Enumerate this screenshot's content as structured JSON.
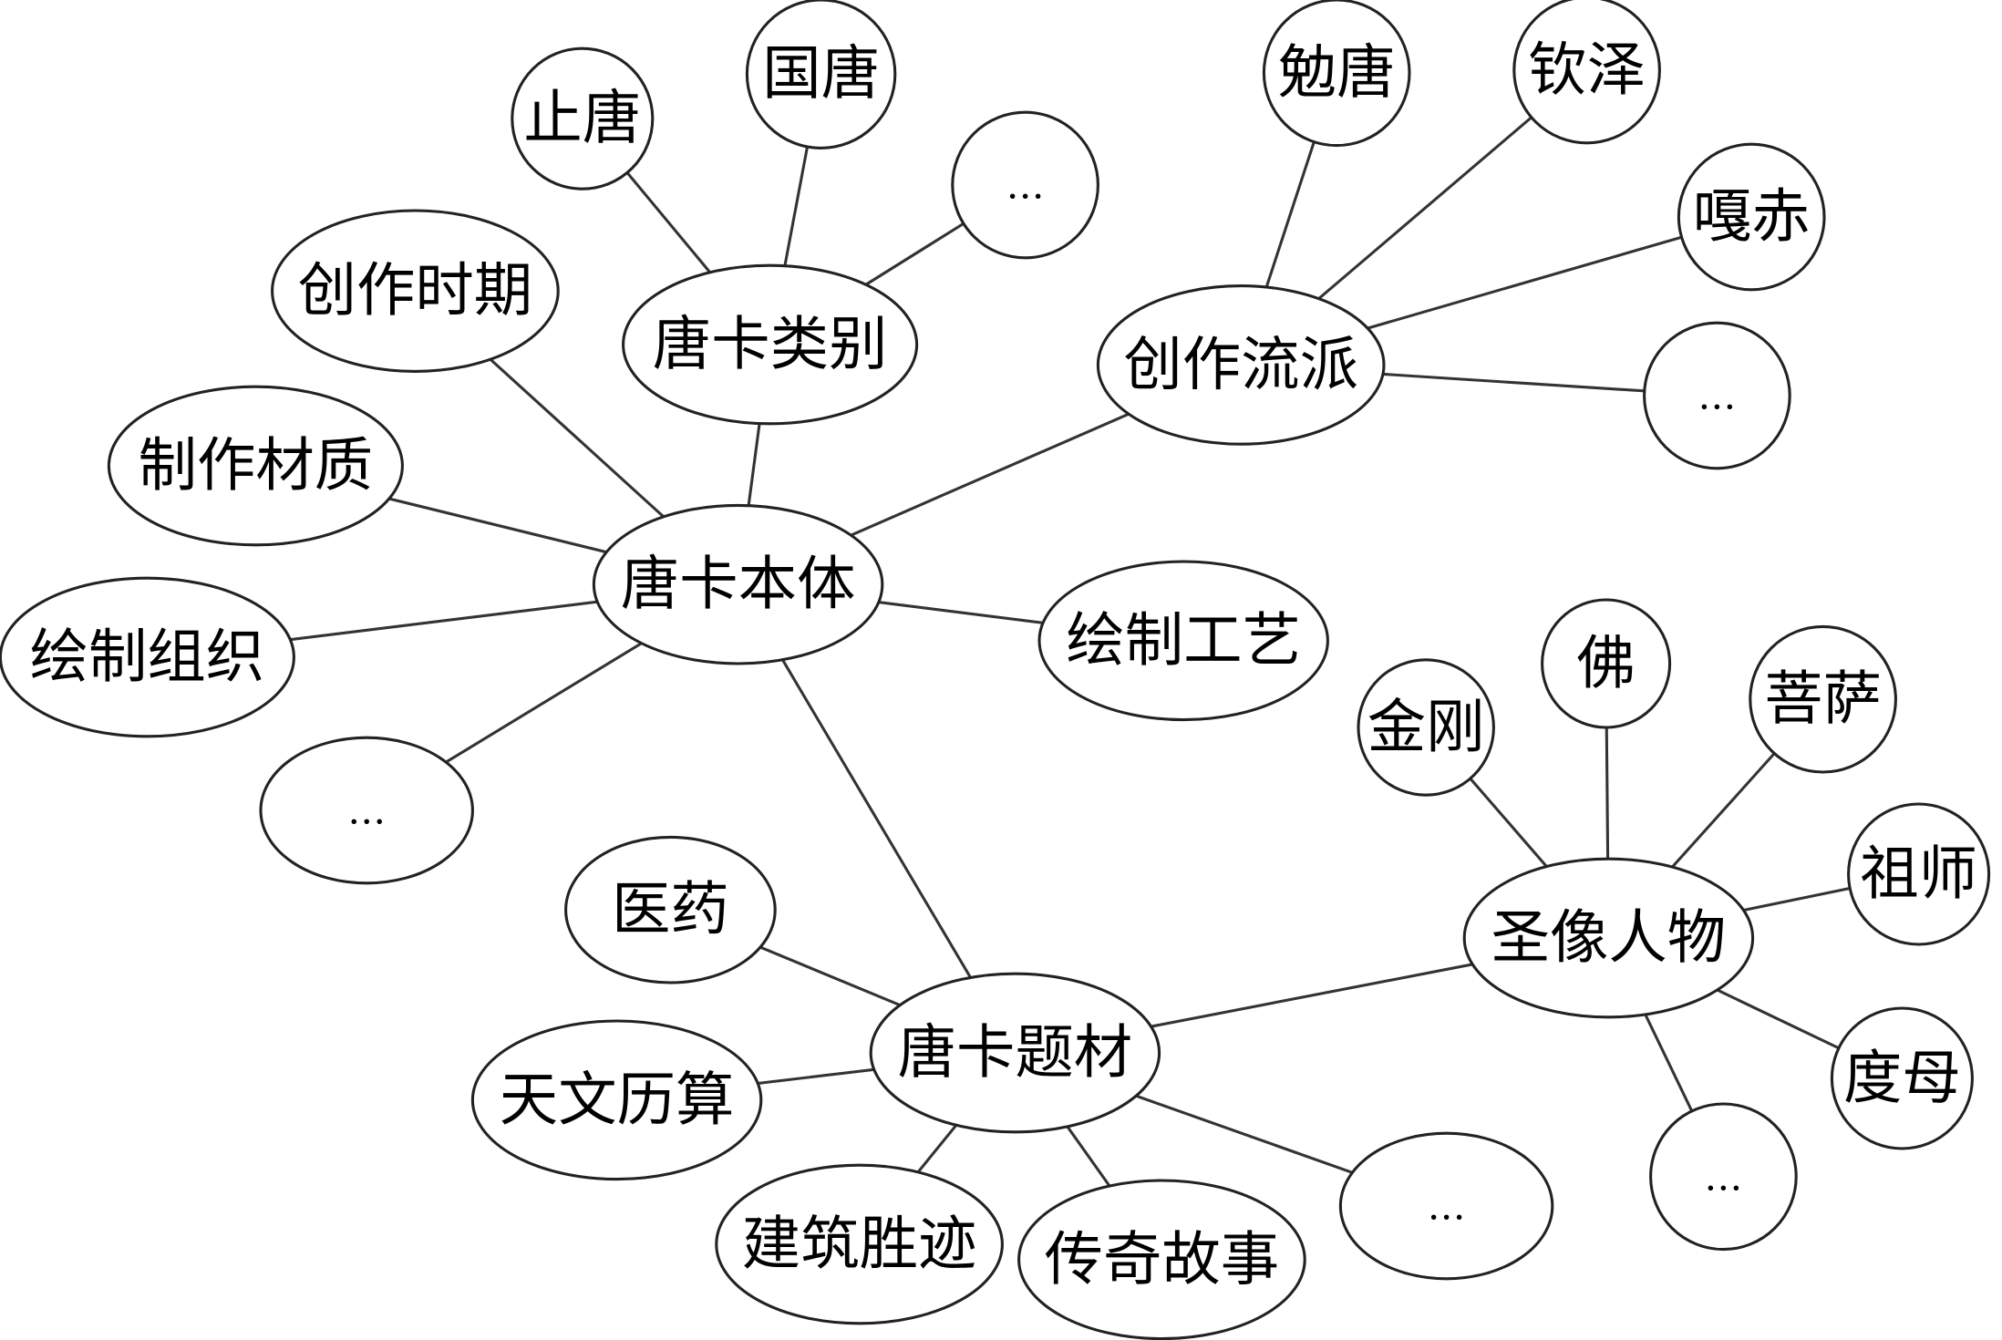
{
  "diagram": {
    "type": "concept-map",
    "nodes": [
      {
        "id": "root",
        "label": "唐卡本体"
      },
      {
        "id": "category",
        "label": "唐卡类别",
        "parent": "root"
      },
      {
        "id": "zhitang",
        "label": "止唐",
        "parent": "category"
      },
      {
        "id": "guotang",
        "label": "国唐",
        "parent": "category"
      },
      {
        "id": "cat_more",
        "label": "…",
        "parent": "category"
      },
      {
        "id": "period",
        "label": "创作时期",
        "parent": "root"
      },
      {
        "id": "material",
        "label": "制作材质",
        "parent": "root"
      },
      {
        "id": "org",
        "label": "绘制组织",
        "parent": "root"
      },
      {
        "id": "root_more",
        "label": "…",
        "parent": "root"
      },
      {
        "id": "craft",
        "label": "绘制工艺",
        "parent": "root"
      },
      {
        "id": "school",
        "label": "创作流派",
        "parent": "root"
      },
      {
        "id": "miantang",
        "label": "勉唐",
        "parent": "school"
      },
      {
        "id": "qinze",
        "label": "钦泽",
        "parent": "school"
      },
      {
        "id": "gachi",
        "label": "嘎赤",
        "parent": "school"
      },
      {
        "id": "school_more",
        "label": "…",
        "parent": "school"
      },
      {
        "id": "theme",
        "label": "唐卡题材",
        "parent": "root"
      },
      {
        "id": "medicine",
        "label": "医药",
        "parent": "theme"
      },
      {
        "id": "astro",
        "label": "天文历算",
        "parent": "theme"
      },
      {
        "id": "arch",
        "label": "建筑胜迹",
        "parent": "theme"
      },
      {
        "id": "legend",
        "label": "传奇故事",
        "parent": "theme"
      },
      {
        "id": "theme_more",
        "label": "…",
        "parent": "theme"
      },
      {
        "id": "figures",
        "label": "圣像人物",
        "parent": "theme"
      },
      {
        "id": "jingang",
        "label": "金刚",
        "parent": "figures"
      },
      {
        "id": "fo",
        "label": "佛",
        "parent": "figures"
      },
      {
        "id": "pusa",
        "label": "菩萨",
        "parent": "figures"
      },
      {
        "id": "zushi",
        "label": "祖师",
        "parent": "figures"
      },
      {
        "id": "dumu",
        "label": "度母",
        "parent": "figures"
      },
      {
        "id": "fig_more",
        "label": "…",
        "parent": "figures"
      }
    ]
  }
}
